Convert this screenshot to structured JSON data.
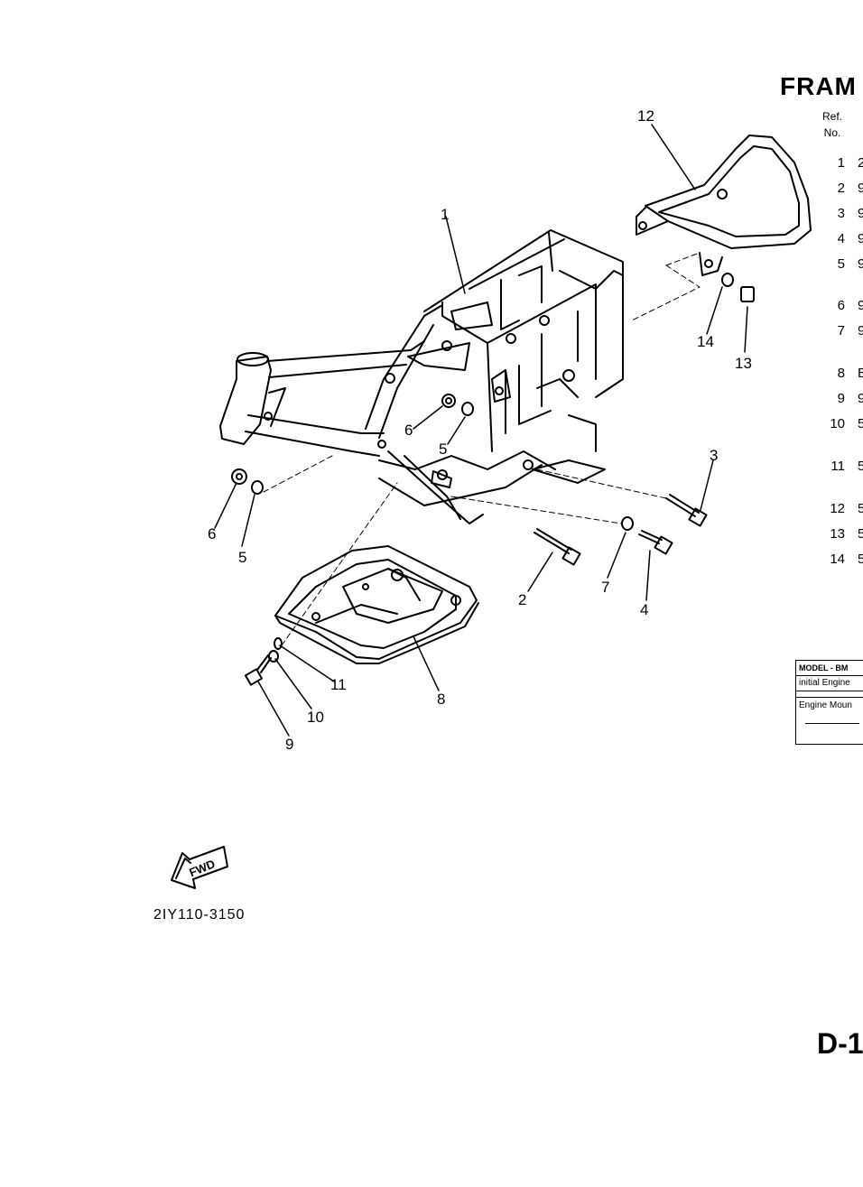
{
  "header": {
    "title": "FRAM",
    "ref_label": "Ref.",
    "no_label": "No."
  },
  "ref_rows": [
    {
      "num": "1",
      "code": "2"
    },
    {
      "num": "2",
      "code": "9"
    },
    {
      "num": "3",
      "code": "9"
    },
    {
      "num": "4",
      "code": "9"
    },
    {
      "num": "5",
      "code": "9"
    },
    {
      "num": "6",
      "code": "9"
    },
    {
      "num": "7",
      "code": "9"
    },
    {
      "num": "8",
      "code": "E"
    },
    {
      "num": "9",
      "code": "9"
    },
    {
      "num": "10",
      "code": "5"
    },
    {
      "num": "11",
      "code": "5"
    },
    {
      "num": "12",
      "code": "5"
    },
    {
      "num": "13",
      "code": "5"
    },
    {
      "num": "14",
      "code": "5"
    }
  ],
  "model_box": {
    "model_label": "MODEL - BM",
    "initial_engine": "initial Engine",
    "engine_mount": "Engine Moun"
  },
  "callouts": [
    "1",
    "2",
    "3",
    "4",
    "5",
    "6",
    "7",
    "8",
    "9",
    "10",
    "11",
    "12",
    "13",
    "14",
    "5",
    "6"
  ],
  "fwd_label": "FWD",
  "diagram_code": "2IY110-3150",
  "page_number": "D-1"
}
